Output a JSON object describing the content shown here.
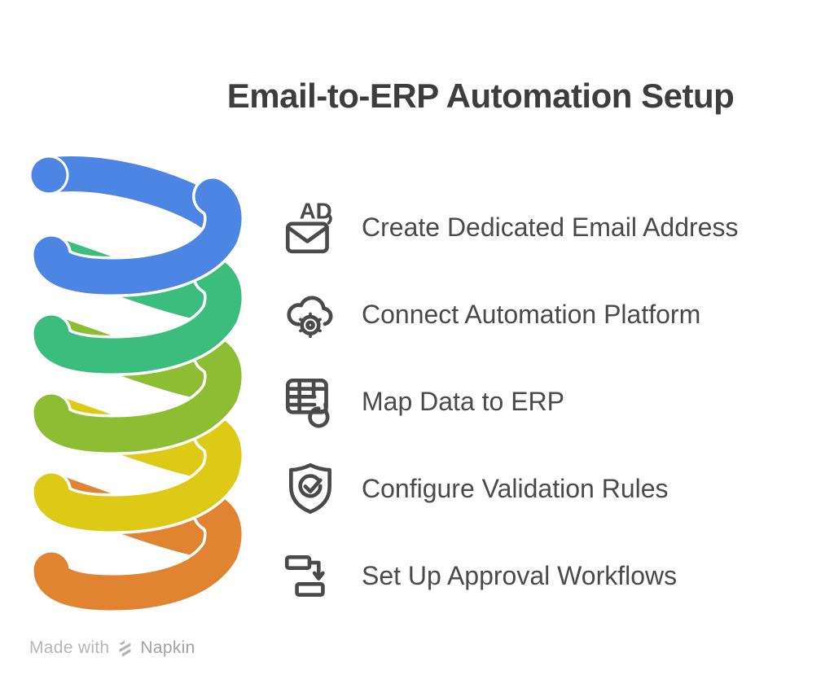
{
  "title": "Email-to-ERP Automation Setup",
  "items": [
    {
      "label": "Create Dedicated Email Address",
      "icon": "email-ad-icon",
      "icon_label": "AD"
    },
    {
      "label": "Connect Automation Platform",
      "icon": "cloud-gear-icon"
    },
    {
      "label": "Map Data to ERP",
      "icon": "table-sync-icon"
    },
    {
      "label": "Configure Validation Rules",
      "icon": "shield-check-icon"
    },
    {
      "label": "Set Up Approval Workflows",
      "icon": "workflow-icon"
    }
  ],
  "footer": {
    "made_with": "Made with",
    "brand": "Napkin"
  },
  "spiral": {
    "type": "coil-spring-graphic",
    "turns": 5,
    "colors": [
      "#4c85e4",
      "#3abd7d",
      "#8cbd32",
      "#ddca16",
      "#e08431"
    ],
    "separator_color": "#ffffff"
  },
  "colors": {
    "title": "#3d3d3d",
    "item_text": "#4a4a4a",
    "icon_stroke": "#4a4a4a",
    "footer_text": "#b7b7b7",
    "footer_brand": "#a3a3a3",
    "footer_logo": "#b3b3b3",
    "background": "#ffffff"
  }
}
